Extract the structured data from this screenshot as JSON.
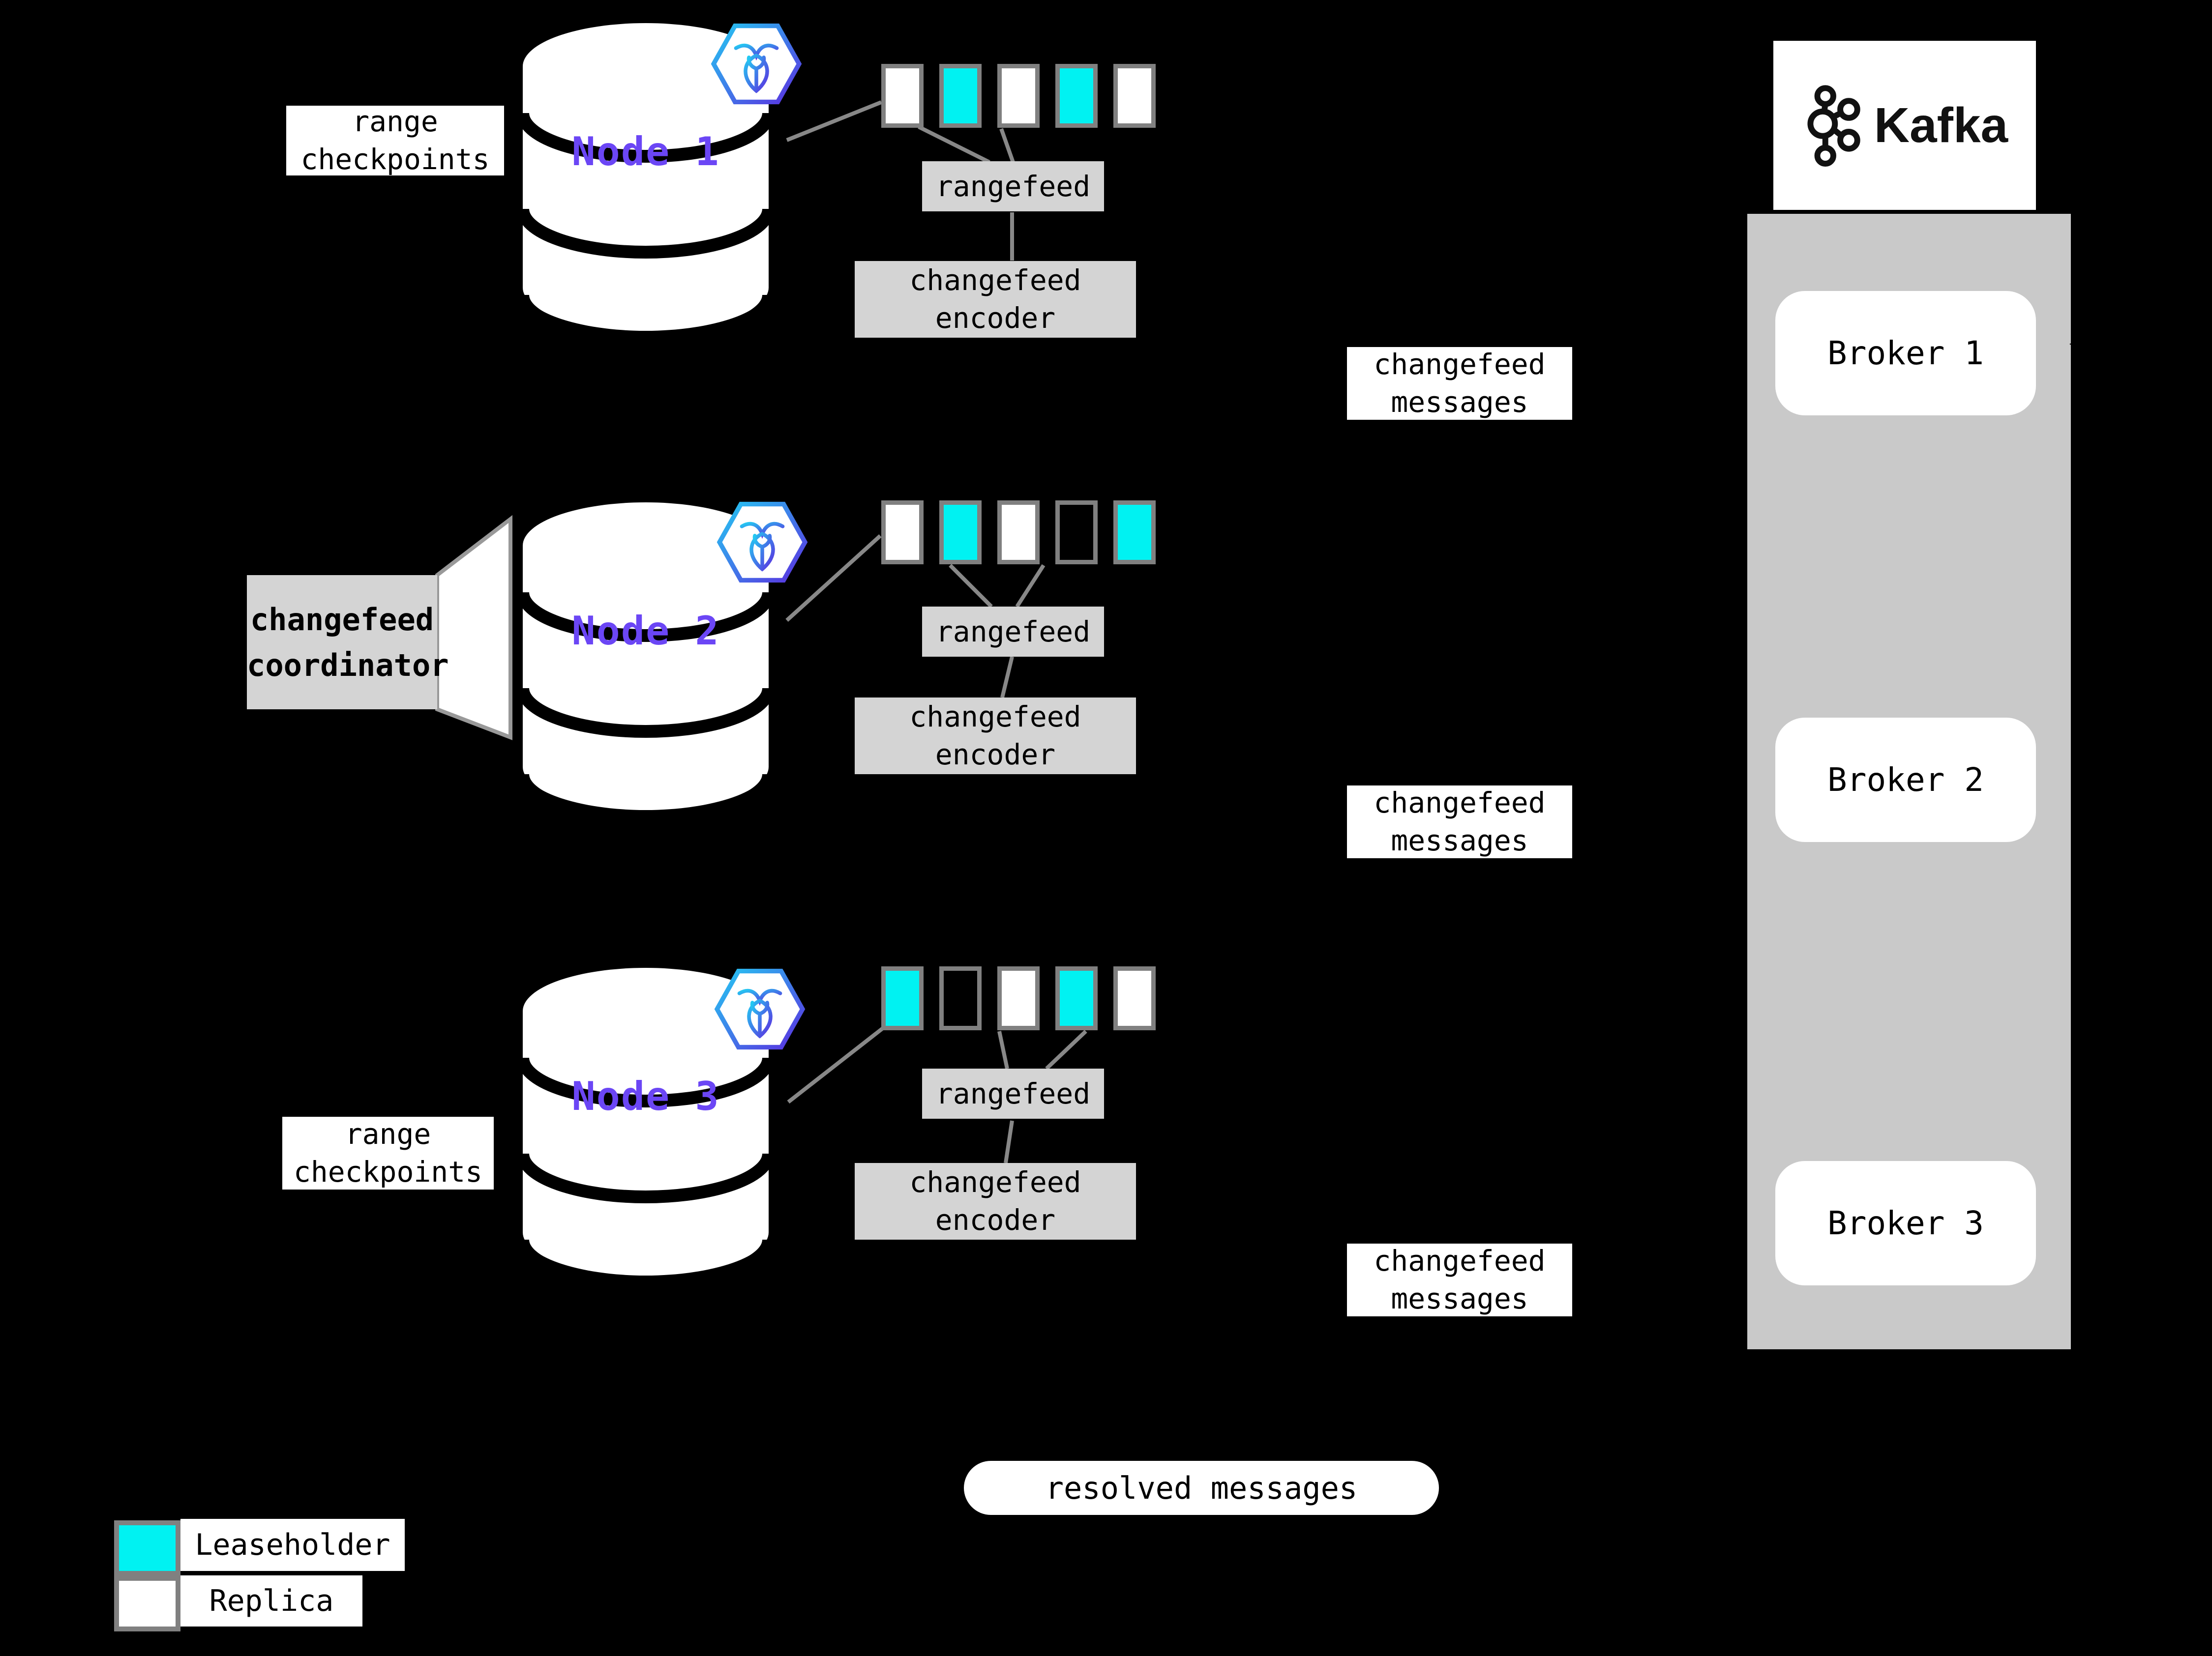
{
  "colors": {
    "leaseholder": "#00f2f2",
    "replica": "#ffffff",
    "empty": "transparent",
    "node_label": "#6b46f5",
    "panel_gray": "#d4d4d4",
    "container_gray": "#c9c9c9",
    "border_gray": "#808080"
  },
  "nodes": [
    {
      "name": "Node 1",
      "ranges": [
        "replica",
        "leaseholder",
        "replica",
        "leaseholder",
        "replica"
      ]
    },
    {
      "name": "Node 2",
      "ranges": [
        "replica",
        "leaseholder",
        "replica",
        "empty",
        "leaseholder"
      ]
    },
    {
      "name": "Node 3",
      "ranges": [
        "leaseholder",
        "empty",
        "replica",
        "leaseholder",
        "replica"
      ]
    }
  ],
  "labels": {
    "rangefeed": "rangefeed",
    "encoder_line1": "changefeed",
    "encoder_line2": "encoder",
    "messages_line1": "changefeed",
    "messages_line2": "messages",
    "checkpoints_line1": "range",
    "checkpoints_line2": "checkpoints",
    "coordinator_line1": "changefeed",
    "coordinator_line2": "coordinator",
    "resolved": "resolved messages"
  },
  "kafka": {
    "title": "Kafka",
    "brokers": [
      "Broker 1",
      "Broker 2",
      "Broker 3"
    ]
  },
  "legend": [
    {
      "swatch": "leaseholder",
      "label": "Leaseholder"
    },
    {
      "swatch": "replica",
      "label": "Replica"
    }
  ]
}
